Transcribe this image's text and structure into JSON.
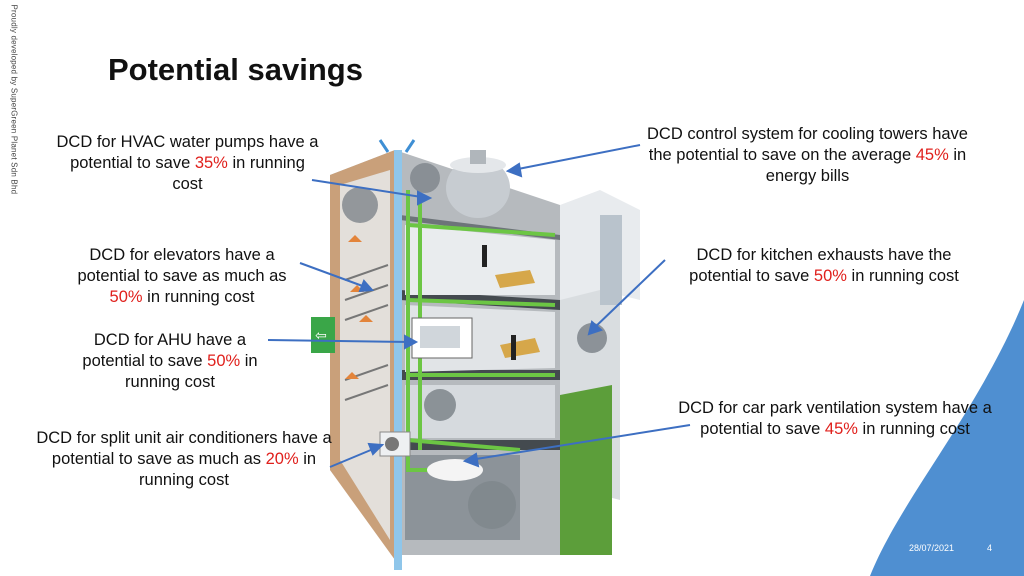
{
  "credit": "Proudly developed by SuperGreen Planet Sdn Bhd",
  "title": "Potential savings",
  "callouts": {
    "hvac_pumps": {
      "pre": "DCD for HVAC water pumps have a potential to save ",
      "value": "35%",
      "post": " in running cost"
    },
    "cooling_towers": {
      "pre": "DCD control system for cooling towers have the potential to save on the average ",
      "value": "45%",
      "post": " in energy bills"
    },
    "elevators": {
      "pre": "DCD for elevators have a potential to save as much as ",
      "value": "50%",
      "post": " in running cost"
    },
    "kitchen": {
      "pre": "DCD for kitchen exhausts have the potential to save ",
      "value": "50%",
      "post": " in running cost"
    },
    "ahu": {
      "pre": "DCD for AHU have a potential to save ",
      "value": "50%",
      "post": " in running cost"
    },
    "car_park": {
      "pre": "DCD for car park ventilation system have a potential to save ",
      "value": "45%",
      "post": " in running cost"
    },
    "split_unit": {
      "pre": "DCD for split unit air conditioners have a potential to save as much as ",
      "value": "20%",
      "post": " in running cost"
    }
  },
  "footer": {
    "date": "28/07/2021",
    "page": "4"
  },
  "colors": {
    "highlight": "#e0201c",
    "arrow": "#3d6fc2",
    "accent_blue": "#3f8fd4",
    "pipe_green": "#6cc644"
  }
}
